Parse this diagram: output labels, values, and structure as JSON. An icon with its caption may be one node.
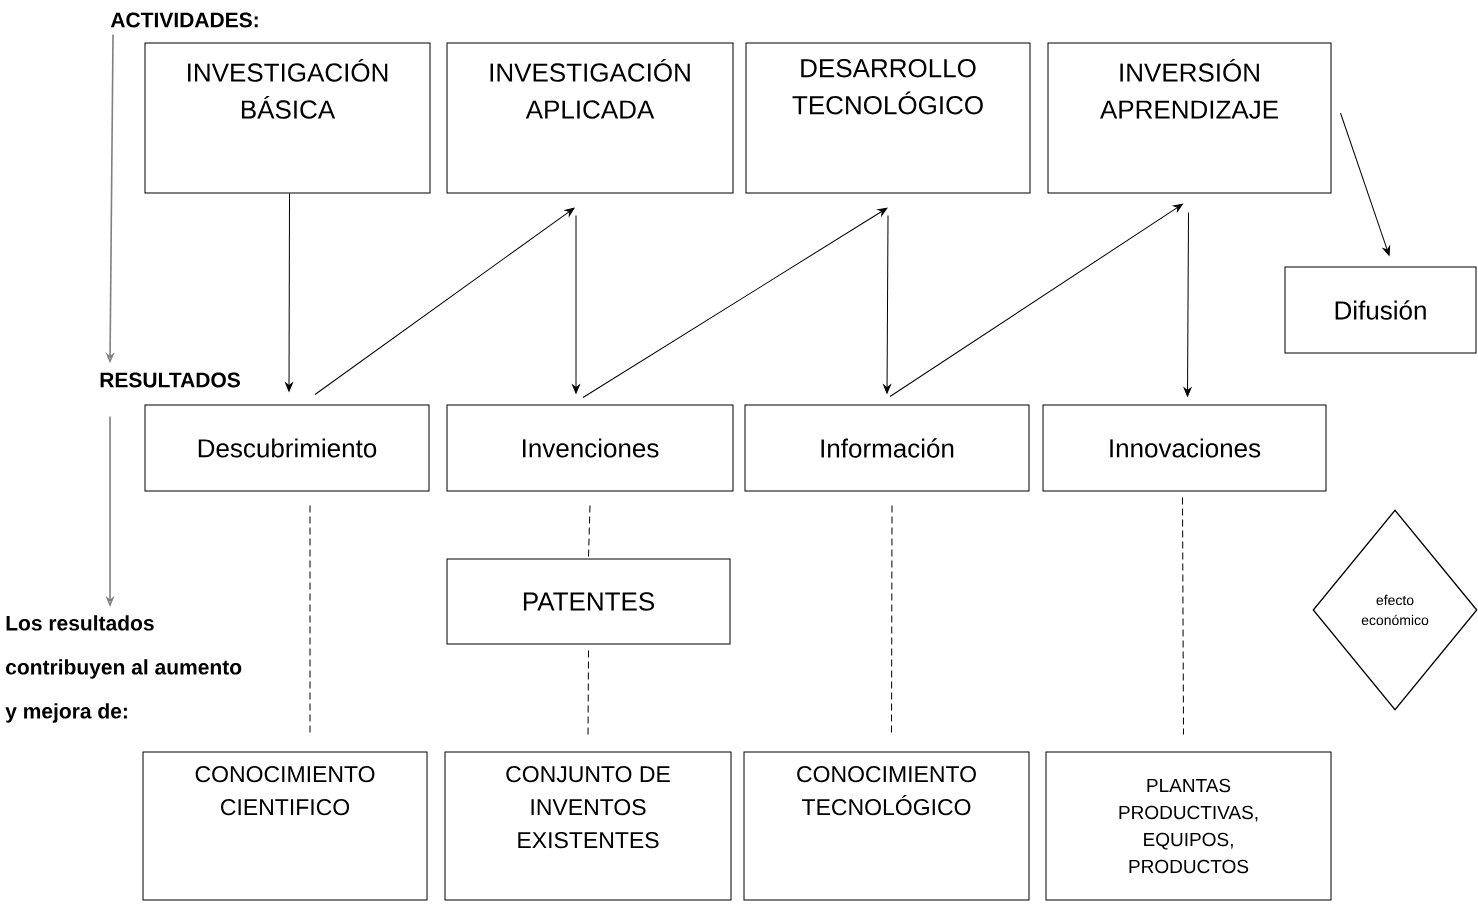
{
  "diagram": {
    "nodes": [
      {
        "text": [
          "ACTIVIDADES:"
        ]
      },
      {
        "text": [
          "INVESTIGACIÓN BÁSICA"
        ]
      },
      {
        "text": [
          "INVESTIGACIÓN APLICADA"
        ]
      },
      {
        "text": [
          "DESARROLLO TECNOLÓGICO"
        ]
      },
      {
        "text": [
          "INVERSIÓN APRENDIZAJE"
        ]
      },
      {
        "text": [
          "Difusión"
        ]
      },
      {
        "text": [
          "RESULTADOS"
        ]
      },
      {
        "text": [
          "Descubrimiento"
        ]
      },
      {
        "text": [
          "Invenciones"
        ]
      },
      {
        "text": [
          "Información"
        ]
      },
      {
        "text": [
          "Innovaciones"
        ]
      },
      {
        "text": [
          "PATENTES"
        ]
      },
      {
        "text": [
          "efecto económico"
        ]
      },
      {
        "text": [
          "Los resultados contribuyen al aumento y mejora de:"
        ]
      },
      {
        "text": [
          "CONOCIMIENTO CIENTIFICO"
        ]
      },
      {
        "text": [
          "CONJUNTO DE INVENTOS EXISTENTES"
        ]
      },
      {
        "text": [
          "CONOCIMIENTO TECNOLÓGICO"
        ]
      },
      {
        "text": [
          "PLANTAS PRODUCTIVAS, EQUIPOS, PRODUCTOS"
        ]
      }
    ],
    "edges": [
      {
        "from": 0,
        "to": 6,
        "arrow": "to",
        "color": "#808080"
      },
      {
        "from": 6,
        "to": 13,
        "arrow": "to",
        "color": "#808080"
      },
      {
        "from": 1,
        "to": 7,
        "arrow": "to"
      },
      {
        "from": 7,
        "to": 2,
        "arrow": "to"
      },
      {
        "from": 2,
        "to": 8,
        "arrow": "to"
      },
      {
        "from": 8,
        "to": 3,
        "arrow": "to"
      },
      {
        "from": 3,
        "to": 9,
        "arrow": "to"
      },
      {
        "from": 9,
        "to": 4,
        "arrow": "to"
      },
      {
        "from": 4,
        "to": 10,
        "arrow": "to"
      },
      {
        "from": 4,
        "to": 5,
        "arrow": "to"
      },
      {
        "from": 7,
        "to": 14,
        "arrow": "none",
        "style": "dashed"
      },
      {
        "from": 8,
        "to": 11,
        "arrow": "none",
        "style": "dashed"
      },
      {
        "from": 11,
        "to": 15,
        "arrow": "none",
        "style": "dashed"
      },
      {
        "from": 9,
        "to": 16,
        "arrow": "none",
        "style": "dashed"
      },
      {
        "from": 10,
        "to": 17,
        "arrow": "none",
        "style": "dashed"
      }
    ]
  }
}
